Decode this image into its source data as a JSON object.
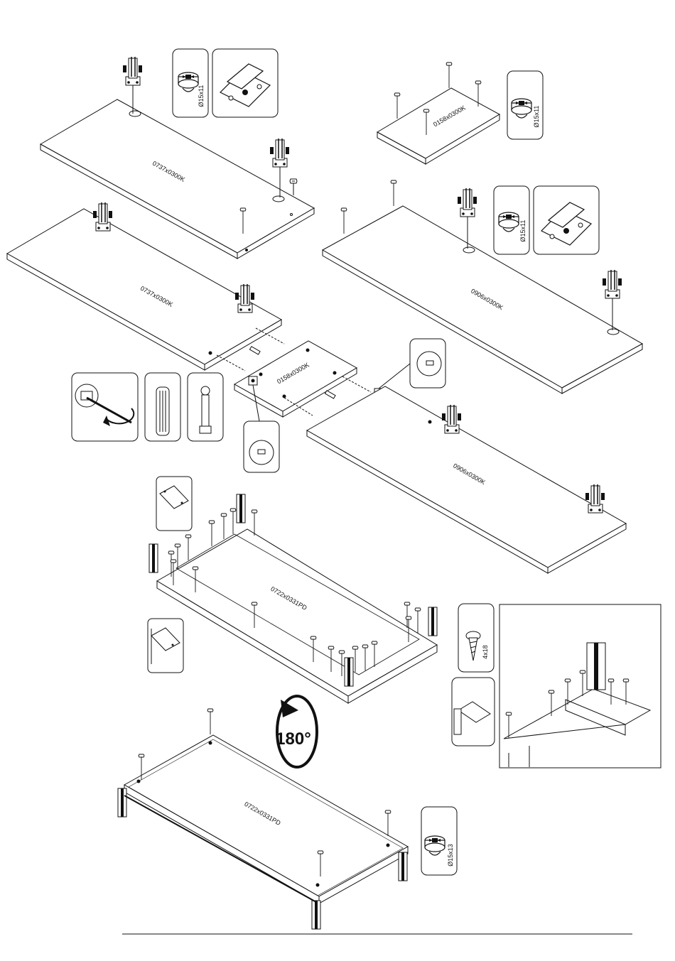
{
  "panels": {
    "top_left_upper": "0737x0300K",
    "top_left_lower": "0737x0300K",
    "top_right_small": "0158x0300K",
    "right_mid": "0906x0300K",
    "center_small": "0158x0300K",
    "right_lower": "0906x0300K",
    "frame_top": "0722x0331PD",
    "bottom_base": "0722x0331PD"
  },
  "callouts": {
    "cam_a": "Ø15x11",
    "cam_b": "Ø15x11",
    "cam_c": "Ø15x11",
    "screw": "4x18",
    "cam_d": "Ø15x13"
  },
  "rotate_label": "180°"
}
